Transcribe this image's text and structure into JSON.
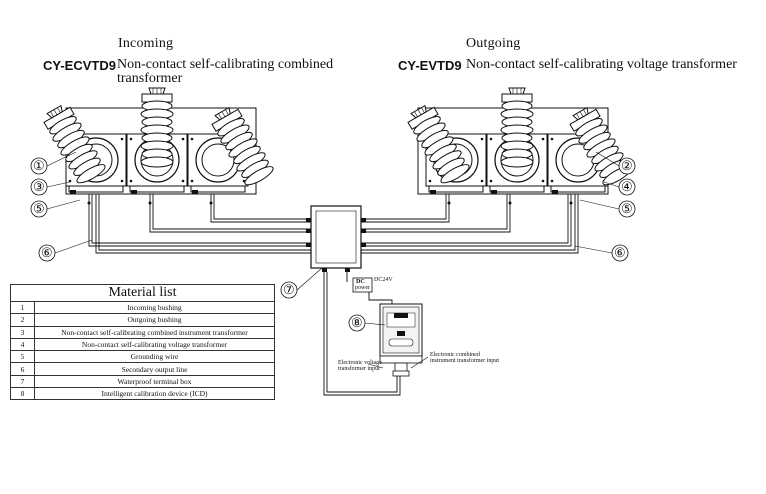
{
  "incoming": {
    "heading": "Incoming",
    "model": "CY-ECVTD9",
    "description_line1": "Non-contact self-calibrating combined",
    "description_line2": "transformer"
  },
  "outgoing": {
    "heading": "Outgoing",
    "model": "CY-EVTD9",
    "description": "Non-contact self-calibrating voltage transformer"
  },
  "callouts": {
    "c1": "①",
    "c2": "②",
    "c3": "③",
    "c4": "④",
    "c5": "⑤",
    "c6": "⑥",
    "c7": "⑦",
    "c8": "⑧"
  },
  "device": {
    "dc_label_line1": "DC",
    "dc_label_line2": "power",
    "dc_voltage": "DC24V",
    "voltage_input_line1": "Electronic voltage",
    "voltage_input_line2": "transformer input",
    "combined_input_line1": "Electronic combined",
    "combined_input_line2": "instrument transformer input"
  },
  "material_list": {
    "caption": "Material list",
    "rows": [
      {
        "no": "1",
        "item": "Incoming bushing"
      },
      {
        "no": "2",
        "item": "Outgoing bushing"
      },
      {
        "no": "3",
        "item": "Non-contact self-calibrating combined instrument transformer"
      },
      {
        "no": "4",
        "item": "Non-contact self-calibrating voltage transformer"
      },
      {
        "no": "5",
        "item": "Grounding wire"
      },
      {
        "no": "6",
        "item": "Secondary output line"
      },
      {
        "no": "7",
        "item": "Waterproof terminal box"
      },
      {
        "no": "8",
        "item": "Intelligent calibration device (ICD)"
      }
    ]
  }
}
